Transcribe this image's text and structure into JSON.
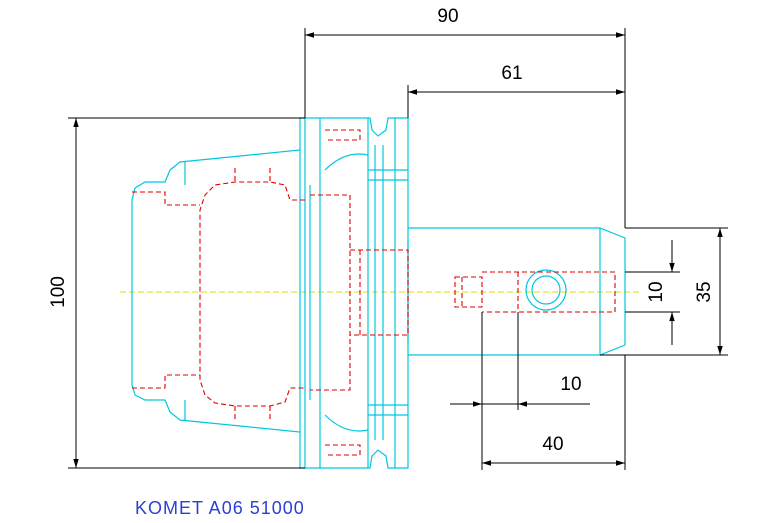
{
  "dimensions": {
    "overall_length": "90",
    "shank_length": "61",
    "flange_diameter": "100",
    "bore_small": "10",
    "bore_large": "35",
    "pin_offset": "10",
    "bore_depth": "40"
  },
  "caption": "KOMET A06 51000",
  "colors": {
    "outline": "#00c8e0",
    "hidden": "#e00000",
    "dimension": "#000000",
    "centerline": "#e0e000",
    "caption": "#2a3fd6"
  }
}
